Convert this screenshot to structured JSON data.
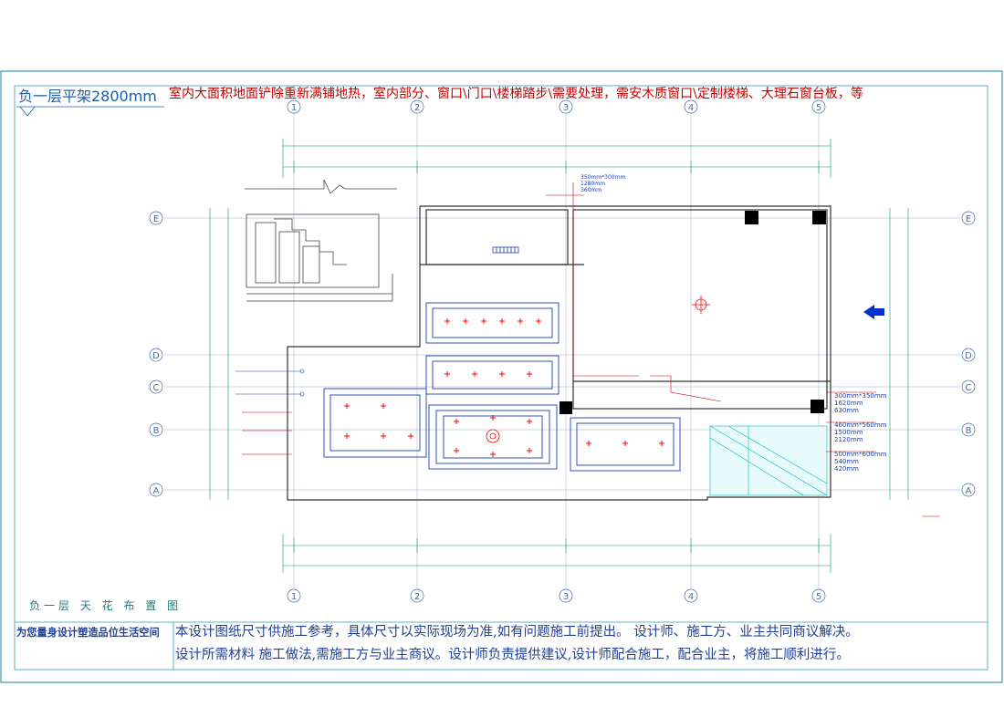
{
  "header": {
    "level_label": "负一层平架2800mm",
    "renovation_note": "室内大面积地面铲除重新满铺地热，室内部分、窗口\\门口\\楼梯踏步\\需要处理，需安木质窗口\\定制楼梯、大理石窗台板，等"
  },
  "grid": {
    "columns": [
      "1",
      "2",
      "3",
      "4",
      "5"
    ],
    "rows": [
      "E",
      "D",
      "C",
      "B",
      "A"
    ]
  },
  "specs": [
    "300mm*350mm",
    "1620mm",
    "630mm",
    "460mm*560mm",
    "1500mm",
    "2120mm",
    "500mm*600mm",
    "540mm",
    "420mm"
  ],
  "specs_top": [
    "350mm*300mm",
    "1280mm",
    "360mm"
  ],
  "drawing_title": "负一层  天 花 布 置 图",
  "footer": {
    "slogan": "为您量身设计塑造品位生活空间",
    "line1": "本设计图纸尺寸供施工参考，具体尺寸以实际现场为准,如有问题施工前提出。  设计师、施工方、业主共同商议解决。",
    "line2": "设计所需材料  施工做法,需施工方与业主商议。设计师负责提供建议,设计师配合施工，配合业主，将施工顺利进行。"
  },
  "colors": {
    "frame": "#3a9ab0",
    "wall": "#333333",
    "dim": "#00a060",
    "ceiling": "#1a3fb0",
    "lamp": "#ff0000",
    "glass": "#00c0c0",
    "arrow": "#0030d0"
  }
}
